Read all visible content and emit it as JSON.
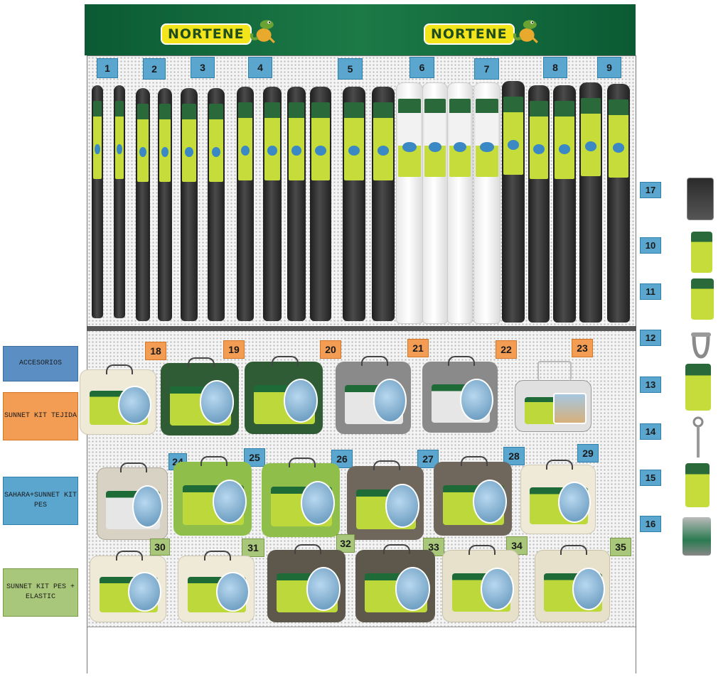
{
  "header": {
    "brand": "NORTENE",
    "brand_color": "#f3e51c",
    "background": "#0b5a33",
    "logo_icon": "crocodile-mascot-icon"
  },
  "rolls": [
    {
      "label": "1",
      "color": "dark"
    },
    {
      "label": "2",
      "color": "dark"
    },
    {
      "label": "3",
      "color": "dark"
    },
    {
      "label": "4",
      "color": "dark"
    },
    {
      "label": "5",
      "color": "dark"
    },
    {
      "label": "6",
      "color": "white"
    },
    {
      "label": "7",
      "color": "white"
    },
    {
      "label": "8",
      "color": "dark"
    },
    {
      "label": "9",
      "color": "dark"
    }
  ],
  "accessories": [
    "17",
    "10",
    "11",
    "12",
    "13",
    "14",
    "15",
    "16"
  ],
  "kits": [
    {
      "label": "18",
      "tag": "orange",
      "fabric": "#efe9d8"
    },
    {
      "label": "19",
      "tag": "orange",
      "fabric": "#2f5c34"
    },
    {
      "label": "20",
      "tag": "orange",
      "fabric": "#2f5c34"
    },
    {
      "label": "21",
      "tag": "orange",
      "fabric": "#8a8a8a"
    },
    {
      "label": "22",
      "tag": "orange",
      "fabric": "#8a8a8a"
    },
    {
      "label": "23",
      "tag": "orange",
      "fabric": "#e0e0e0"
    },
    {
      "label": "24",
      "tag": "blue",
      "fabric": "#d8d2c4"
    },
    {
      "label": "25",
      "tag": "blue",
      "fabric": "#8fbf4a"
    },
    {
      "label": "26",
      "tag": "blue",
      "fabric": "#8fbf4a"
    },
    {
      "label": "27",
      "tag": "blue",
      "fabric": "#6f675c"
    },
    {
      "label": "28",
      "tag": "blue",
      "fabric": "#6f675c"
    },
    {
      "label": "29",
      "tag": "blue",
      "fabric": "#efe9d8"
    },
    {
      "label": "30",
      "tag": "green",
      "fabric": "#efe9d8"
    },
    {
      "label": "31",
      "tag": "green",
      "fabric": "#efe9d8"
    },
    {
      "label": "32",
      "tag": "green",
      "fabric": "#5e574c"
    },
    {
      "label": "33",
      "tag": "green",
      "fabric": "#5e574c"
    },
    {
      "label": "34",
      "tag": "green",
      "fabric": "#e7e1cc"
    },
    {
      "label": "35",
      "tag": "green",
      "fabric": "#e7e1cc"
    }
  ],
  "legend": [
    {
      "text": "ACCESORIOS",
      "color": "#5b8fc4"
    },
    {
      "text": "SUNNET KIT TEJIDA",
      "color": "#f39c54"
    },
    {
      "text": "SAHARA+SUNNET KIT PES",
      "color": "#5aa6cf"
    },
    {
      "text": "SUNNET KIT PES + ELASTIC",
      "color": "#a9c77a"
    }
  ]
}
